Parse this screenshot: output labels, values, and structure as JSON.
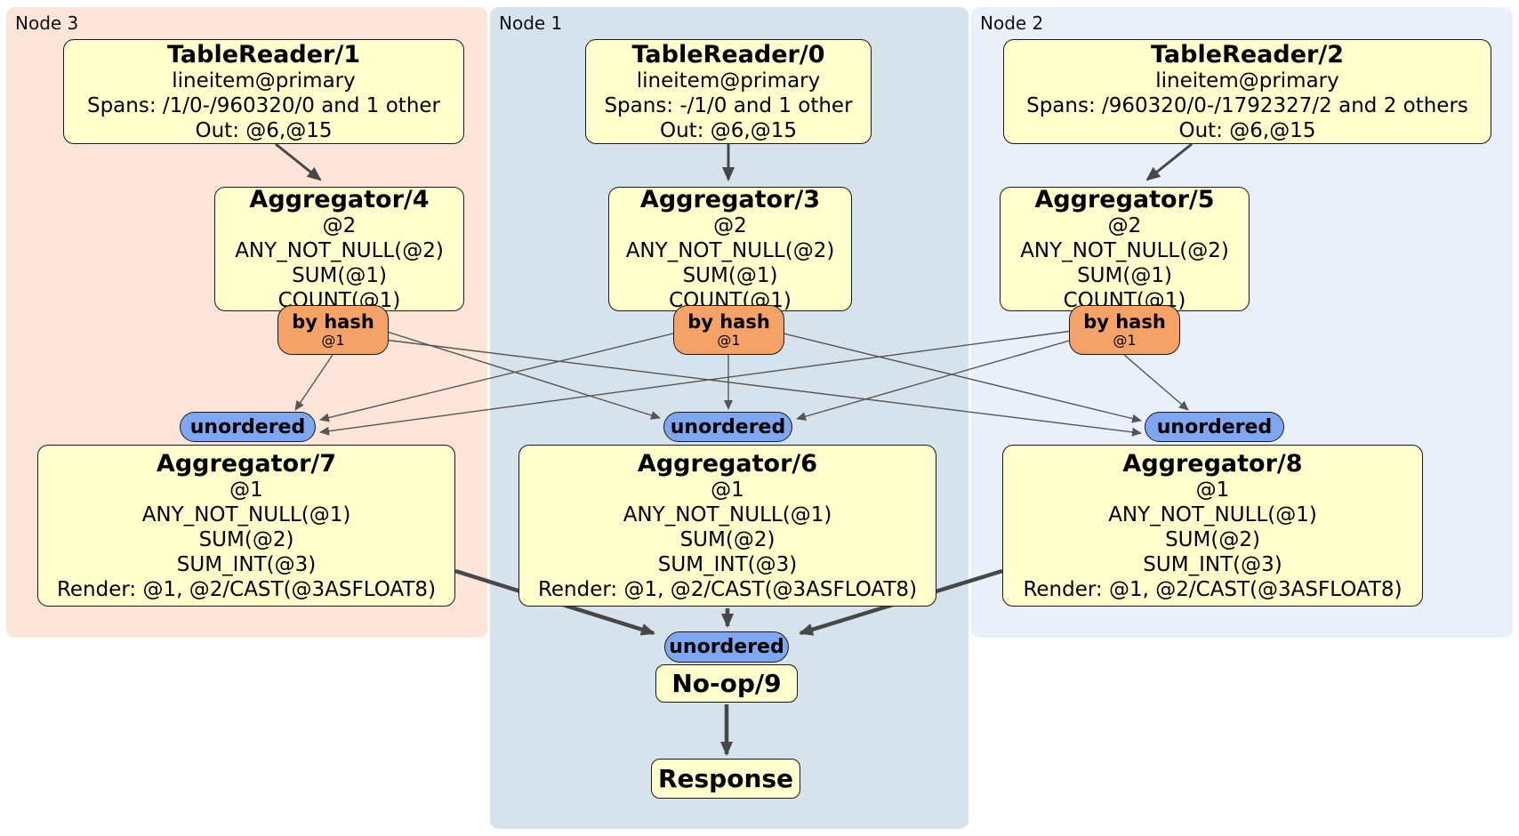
{
  "nodes": [
    {
      "label": "Node 3",
      "tablereader": {
        "title": "TableReader/1",
        "lines": [
          "lineitem@primary",
          "Spans: /1/0-/960320/0 and 1 other",
          "Out: @6,@15"
        ]
      },
      "aggregator": {
        "title": "Aggregator/4",
        "lines": [
          "@2",
          "ANY_NOT_NULL(@2)",
          "SUM(@1)",
          "COUNT(@1)"
        ]
      },
      "router": {
        "label": "by hash",
        "key": "@1"
      },
      "sync": {
        "label": "unordered"
      },
      "final_aggregator": {
        "title": "Aggregator/7",
        "lines": [
          "@1",
          "ANY_NOT_NULL(@1)",
          "SUM(@2)",
          "SUM_INT(@3)",
          "Render: @1, @2/CAST(@3ASFLOAT8)"
        ]
      }
    },
    {
      "label": "Node 1",
      "tablereader": {
        "title": "TableReader/0",
        "lines": [
          "lineitem@primary",
          "Spans: -/1/0 and 1 other",
          "Out: @6,@15"
        ]
      },
      "aggregator": {
        "title": "Aggregator/3",
        "lines": [
          "@2",
          "ANY_NOT_NULL(@2)",
          "SUM(@1)",
          "COUNT(@1)"
        ]
      },
      "router": {
        "label": "by hash",
        "key": "@1"
      },
      "sync": {
        "label": "unordered"
      },
      "final_aggregator": {
        "title": "Aggregator/6",
        "lines": [
          "@1",
          "ANY_NOT_NULL(@1)",
          "SUM(@2)",
          "SUM_INT(@3)",
          "Render: @1, @2/CAST(@3ASFLOAT8)"
        ]
      }
    },
    {
      "label": "Node 2",
      "tablereader": {
        "title": "TableReader/2",
        "lines": [
          "lineitem@primary",
          "Spans: /960320/0-/1792327/2 and 2 others",
          "Out: @6,@15"
        ]
      },
      "aggregator": {
        "title": "Aggregator/5",
        "lines": [
          "@2",
          "ANY_NOT_NULL(@2)",
          "SUM(@1)",
          "COUNT(@1)"
        ]
      },
      "router": {
        "label": "by hash",
        "key": "@1"
      },
      "sync": {
        "label": "unordered"
      },
      "final_aggregator": {
        "title": "Aggregator/8",
        "lines": [
          "@1",
          "ANY_NOT_NULL(@1)",
          "SUM(@2)",
          "SUM_INT(@3)",
          "Render: @1, @2/CAST(@3ASFLOAT8)"
        ]
      }
    }
  ],
  "final": {
    "sync": "unordered",
    "noop": "No-op/9",
    "response": "Response"
  },
  "colors": {
    "node3_bg": "#fce4d8",
    "node1_bg": "#d6e3ed",
    "node2_bg": "#e9f0fa",
    "box_bg": "#ffffcd",
    "router_bg": "#f5a269",
    "sync_bg": "#7fa7f1",
    "edge": "#555555",
    "thick_edge": "#474747"
  }
}
